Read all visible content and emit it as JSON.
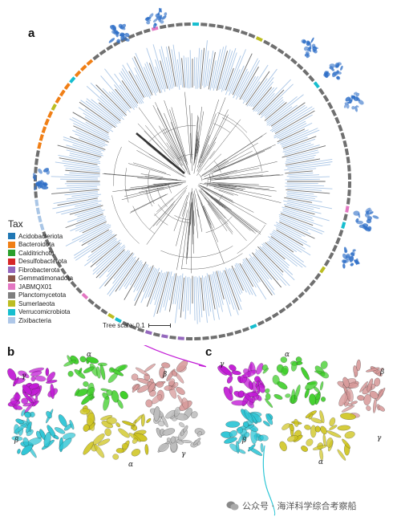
{
  "panels": {
    "a": "a",
    "b": "b",
    "c": "c"
  },
  "legend": {
    "title": "Tax",
    "items": [
      {
        "label": "Acidobacteriota",
        "color": "#1f77b4"
      },
      {
        "label": "Bacteroidota",
        "color": "#f07f16"
      },
      {
        "label": "Calditrichota",
        "color": "#2ca02c"
      },
      {
        "label": "Desulfobacterota",
        "color": "#d62728"
      },
      {
        "label": "Fibrobacterota",
        "color": "#9467bd"
      },
      {
        "label": "Gemmatimonadota",
        "color": "#8c564b"
      },
      {
        "label": "JABMQX01",
        "color": "#e377c2"
      },
      {
        "label": "Planctomycetota",
        "color": "#7f7f7f"
      },
      {
        "label": "Sumerlaeota",
        "color": "#bcbd22"
      },
      {
        "label": "Verrucomicrobiota",
        "color": "#17becf"
      },
      {
        "label": "Zixibacteria",
        "color": "#aec7e8"
      }
    ]
  },
  "scale": {
    "label": "Tree scale: 0.1"
  },
  "panel_b_labels": {
    "alpha_top": "α",
    "beta_right": "β",
    "beta_left": "β",
    "alpha_bottom": "α",
    "gamma_right": "γ",
    "gamma_left": "γ"
  },
  "panel_c_labels": {
    "alpha_top": "α",
    "beta_right": "β",
    "gamma_left": "γ",
    "beta_left": "β",
    "gamma_right": "γ",
    "alpha_bottom": "α"
  },
  "watermark": {
    "text": "公众号 · 海洋科学综合考察船",
    "icon": "wechat-icon"
  },
  "protein_colors": {
    "magenta": "#c21bd6",
    "green": "#3fcf2a",
    "salmon": "#d89b9b",
    "cyan": "#2fc6d6",
    "yellow": "#cfc51f",
    "grey": "#bdbdbd",
    "blue": "#2f6fc7"
  },
  "ring_colors": {
    "light": "#aac6e6",
    "dark": "#6f6f6f",
    "orange": "#f07f16",
    "cyan": "#17becf",
    "yellow": "#bcbd22",
    "pink": "#e377c2",
    "green": "#2ca02c",
    "purple": "#9467bd"
  }
}
